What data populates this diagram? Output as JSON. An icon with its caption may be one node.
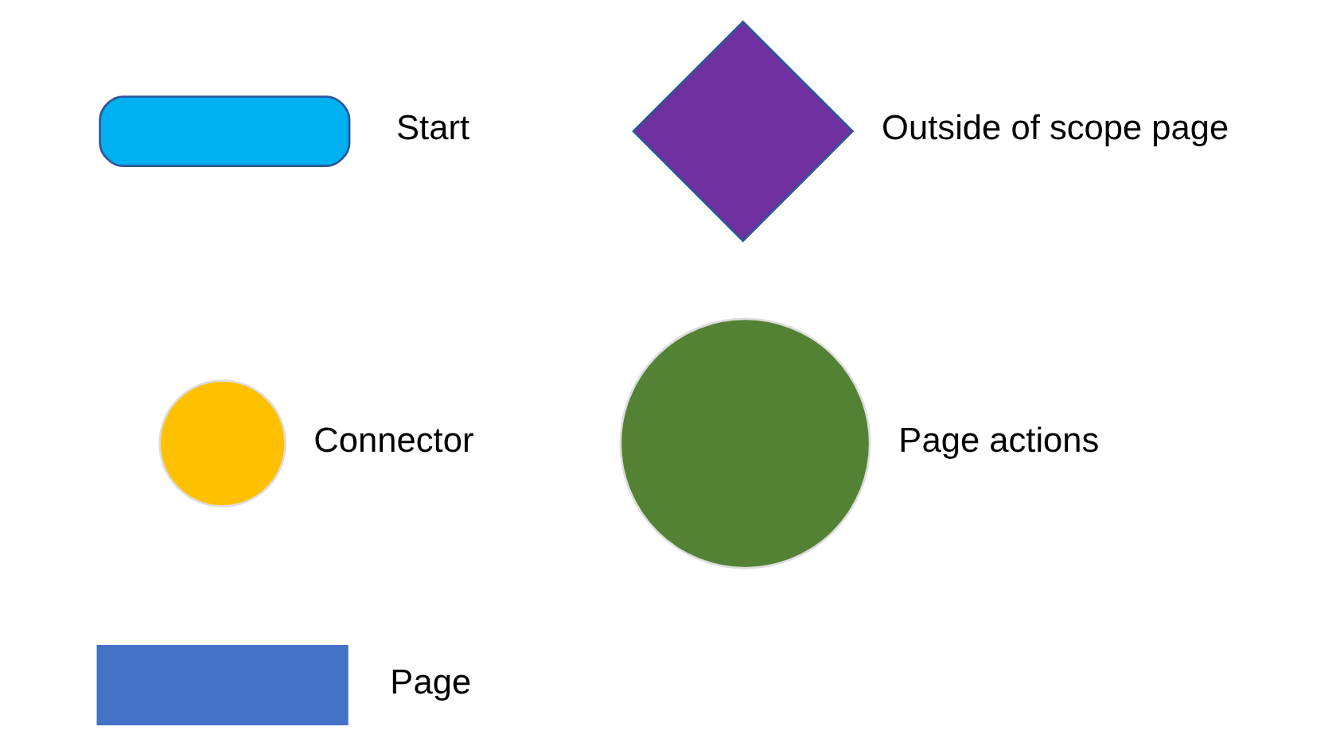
{
  "diagram": {
    "nodes": [
      {
        "text": [],
        "shape": "box",
        "beside": [
          "Start"
        ]
      },
      {
        "text": [],
        "shape": "diamond",
        "beside": [
          "Outside of scope page"
        ]
      },
      {
        "text": [],
        "shape": "circle",
        "beside": [
          "Connector"
        ]
      },
      {
        "text": [],
        "shape": "circle",
        "beside": [
          "Page actions"
        ]
      },
      {
        "text": [],
        "shape": "box",
        "beside": [
          "Page"
        ]
      }
    ]
  }
}
